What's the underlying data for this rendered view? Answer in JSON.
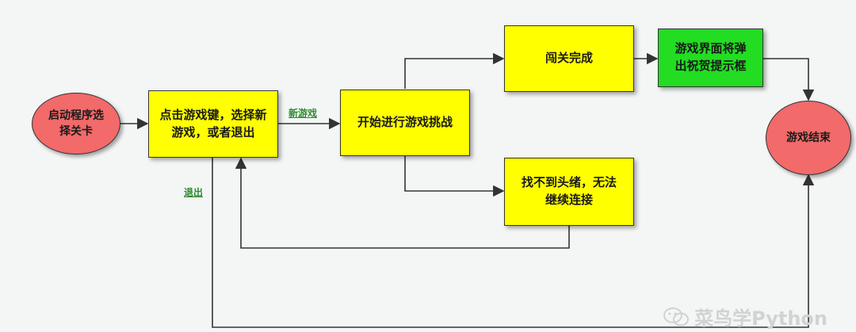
{
  "nodes": {
    "start": "启动程序选择关卡",
    "menu": "点击游戏键，选择新游戏，或者退出",
    "challenge": "开始进行游戏挑战",
    "pass": "闯关完成",
    "congrats": "游戏界面将弹出祝贺提示框",
    "stuck": "找不到头绪，无法继续连接",
    "end": "游戏结束"
  },
  "edge_labels": {
    "new_game": "新游戏",
    "exit": "退出"
  },
  "watermark": "菜鸟学Python",
  "colors": {
    "process": "#ffff00",
    "success": "#22dd22",
    "terminal": "#f26a6a"
  }
}
